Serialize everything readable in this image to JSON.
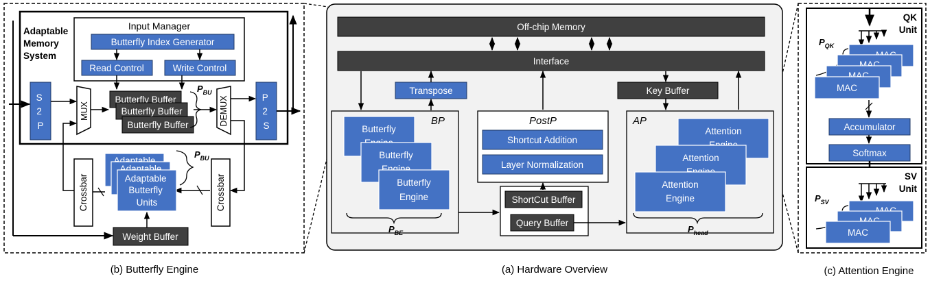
{
  "captions": {
    "butterfly_engine": "(b) Butterfly Engine",
    "hardware_overview": "(a) Hardware Overview",
    "attention_engine": "(c) Attention Engine"
  },
  "butterfly_engine": {
    "adaptable_memory_system": [
      "Adaptable",
      "Memory",
      "System"
    ],
    "input_manager": "Input Manager",
    "index_generator": "Butterfly Index Generator",
    "read_control": "Read Control",
    "write_control": "Write Control",
    "s2p": [
      "S",
      "2",
      "P"
    ],
    "p2s": [
      "P",
      "2",
      "S"
    ],
    "mux": "MUX",
    "demux": "DEMUX",
    "butterfly_buffer": "Butterfly  Buffer",
    "p_bu": {
      "base": "P",
      "sub": "BU"
    },
    "crossbar": "Crossbar",
    "adaptable": "Adaptable",
    "adaptable_units": [
      "Adaptable",
      "Butterfly",
      "Units"
    ],
    "weight_buffer": "Weight  Buffer"
  },
  "hardware_overview": {
    "offchip_memory": "Off-chip Memory",
    "interface": "Interface",
    "transpose": "Transpose",
    "key_buffer": "Key Buffer",
    "bp": "BP",
    "postp": "PostP",
    "ap": "AP",
    "butterfly_engine": [
      "Butterfly",
      "Engine"
    ],
    "shortcut_addition": "Shortcut Addition",
    "layer_normalization": "Layer Normalization",
    "shortcut_buffer": "ShortCut Buffer",
    "query_buffer": "Query  Buffer",
    "attention_engine": [
      "Attention",
      "Engine"
    ],
    "p_be": {
      "base": "P",
      "sub": "BE"
    },
    "p_head": {
      "base": "P",
      "sub": "head"
    }
  },
  "attention_engine": {
    "qk_unit": [
      "QK",
      "Unit"
    ],
    "sv_unit": [
      "SV",
      "Unit"
    ],
    "p_qk": {
      "base": "P",
      "sub": "QK"
    },
    "p_sv": {
      "base": "P",
      "sub": "SV"
    },
    "mac": "MAC",
    "accumulator": "Accumulator",
    "softmax": "Softmax"
  },
  "colors": {
    "blue": "#4472C4",
    "dark": "#404040",
    "panel": "#F2F2F2"
  }
}
